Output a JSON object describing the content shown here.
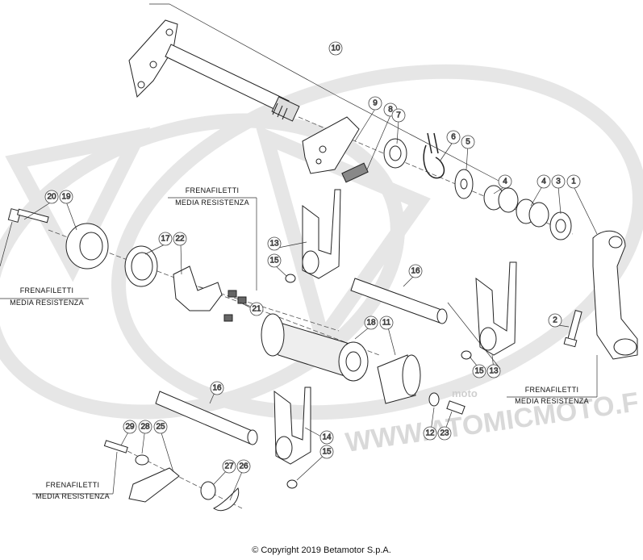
{
  "diagram": {
    "callouts": [
      {
        "id": "c1",
        "label": "1"
      },
      {
        "id": "c2",
        "label": "2"
      },
      {
        "id": "c3",
        "label": "3"
      },
      {
        "id": "c4a",
        "label": "4"
      },
      {
        "id": "c4b",
        "label": "4"
      },
      {
        "id": "c5",
        "label": "5"
      },
      {
        "id": "c6",
        "label": "6"
      },
      {
        "id": "c7",
        "label": "7"
      },
      {
        "id": "c8",
        "label": "8"
      },
      {
        "id": "c9",
        "label": "9"
      },
      {
        "id": "c10",
        "label": "10"
      },
      {
        "id": "c11",
        "label": "11"
      },
      {
        "id": "c12",
        "label": "12"
      },
      {
        "id": "c13a",
        "label": "13"
      },
      {
        "id": "c13b",
        "label": "13"
      },
      {
        "id": "c14",
        "label": "14"
      },
      {
        "id": "c15a",
        "label": "15"
      },
      {
        "id": "c15b",
        "label": "15"
      },
      {
        "id": "c15c",
        "label": "15"
      },
      {
        "id": "c16a",
        "label": "16"
      },
      {
        "id": "c16b",
        "label": "16"
      },
      {
        "id": "c17",
        "label": "17"
      },
      {
        "id": "c18",
        "label": "18"
      },
      {
        "id": "c19",
        "label": "19"
      },
      {
        "id": "c20",
        "label": "20"
      },
      {
        "id": "c21",
        "label": "21"
      },
      {
        "id": "c22",
        "label": "22"
      },
      {
        "id": "c23",
        "label": "23"
      },
      {
        "id": "c25",
        "label": "25"
      },
      {
        "id": "c26",
        "label": "26"
      },
      {
        "id": "c27",
        "label": "27"
      },
      {
        "id": "c28",
        "label": "28"
      },
      {
        "id": "c29",
        "label": "29"
      }
    ],
    "thread_notes": {
      "line1": "FRENAFILETTI",
      "line2": "MEDIA RESISTENZA"
    },
    "watermark": {
      "site": "WWW.ATOMICMOTO.F",
      "brand": "moto"
    },
    "copyright": "© Copyright 2019 Betamotor S.p.A."
  }
}
